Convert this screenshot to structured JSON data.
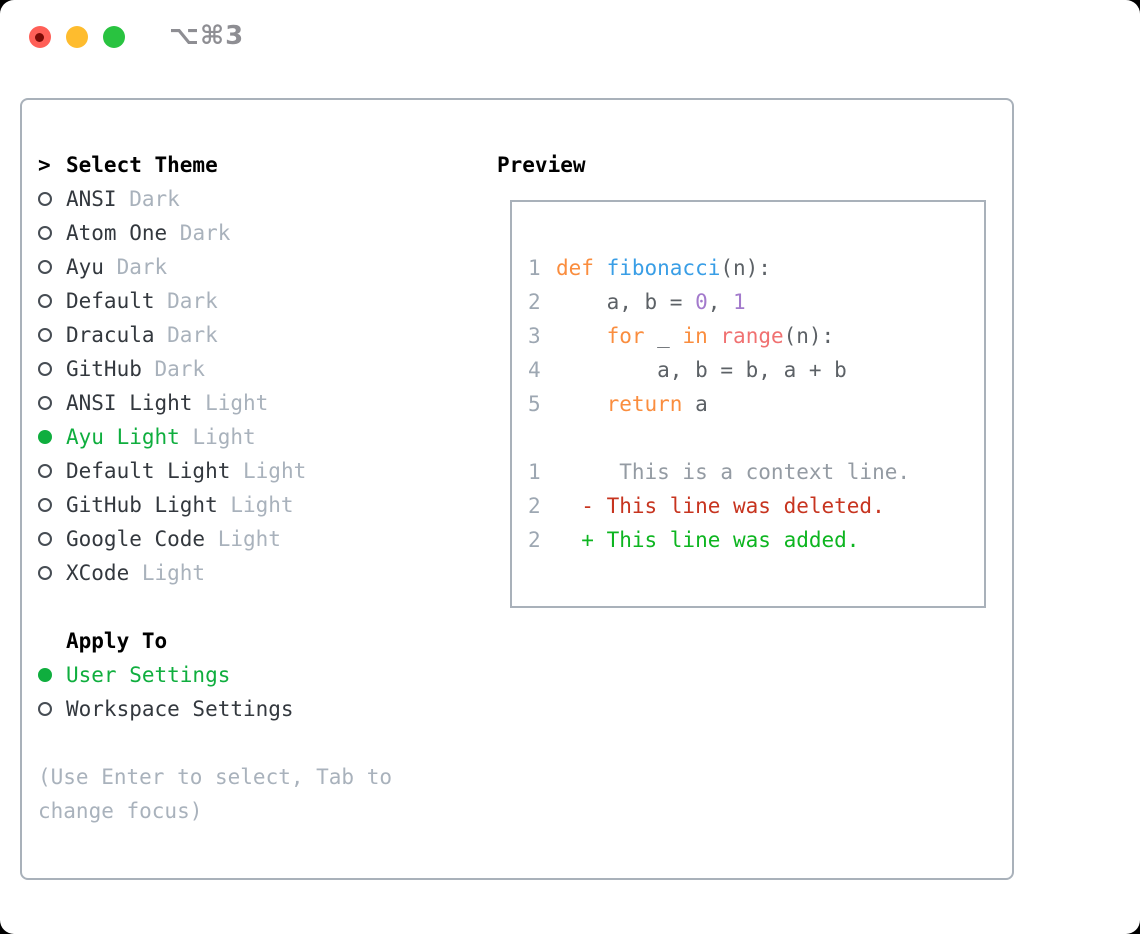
{
  "window": {
    "title": "⌥⌘3",
    "traffic_lights": [
      "close",
      "minimize",
      "zoom"
    ]
  },
  "colors": {
    "accent_green": "#0fae3e",
    "added_green": "#0db520",
    "deleted_red": "#c7341f",
    "keyword_orange": "#fa8d3e",
    "function_blue": "#399ee6",
    "number_purple": "#a37acc",
    "call_coral": "#f07171",
    "code_foreground": "#5c6166",
    "muted_gray": "#a9b2bc",
    "border_gray": "#a9b1ba"
  },
  "theme_panel": {
    "header_prefix": ">",
    "header": "Select Theme",
    "items": [
      {
        "name": "ANSI",
        "variant": "Dark",
        "selected": false
      },
      {
        "name": "Atom One",
        "variant": "Dark",
        "selected": false
      },
      {
        "name": "Ayu",
        "variant": "Dark",
        "selected": false
      },
      {
        "name": "Default",
        "variant": "Dark",
        "selected": false
      },
      {
        "name": "Dracula",
        "variant": "Dark",
        "selected": false
      },
      {
        "name": "GitHub",
        "variant": "Dark",
        "selected": false
      },
      {
        "name": "ANSI Light",
        "variant": "Light",
        "selected": false
      },
      {
        "name": "Ayu Light",
        "variant": "Light",
        "selected": true
      },
      {
        "name": "Default Light",
        "variant": "Light",
        "selected": false
      },
      {
        "name": "GitHub Light",
        "variant": "Light",
        "selected": false
      },
      {
        "name": "Google Code",
        "variant": "Light",
        "selected": false
      },
      {
        "name": "XCode",
        "variant": "Light",
        "selected": false
      }
    ],
    "apply_header": "Apply To",
    "apply_options": [
      {
        "label": "User Settings",
        "selected": true
      },
      {
        "label": "Workspace Settings",
        "selected": false
      }
    ],
    "hint_line1": "(Use Enter to select, Tab to",
    "hint_line2": "change focus)"
  },
  "preview": {
    "label": "Preview",
    "code_lines": [
      {
        "number": "1",
        "tokens": [
          {
            "t": "def ",
            "c": "keyword"
          },
          {
            "t": "fibonacci",
            "c": "function"
          },
          {
            "t": "(n):",
            "c": "plain"
          }
        ]
      },
      {
        "number": "2",
        "tokens": [
          {
            "t": "    a, b = ",
            "c": "plain"
          },
          {
            "t": "0",
            "c": "number"
          },
          {
            "t": ", ",
            "c": "plain"
          },
          {
            "t": "1",
            "c": "number"
          }
        ]
      },
      {
        "number": "3",
        "tokens": [
          {
            "t": "    ",
            "c": "plain"
          },
          {
            "t": "for",
            "c": "keyword"
          },
          {
            "t": " _ ",
            "c": "plain"
          },
          {
            "t": "in",
            "c": "keyword"
          },
          {
            "t": " ",
            "c": "plain"
          },
          {
            "t": "range",
            "c": "call"
          },
          {
            "t": "(n):",
            "c": "plain"
          }
        ]
      },
      {
        "number": "4",
        "tokens": [
          {
            "t": "        a, b = b, a + b",
            "c": "plain"
          }
        ]
      },
      {
        "number": "5",
        "tokens": [
          {
            "t": "    ",
            "c": "plain"
          },
          {
            "t": "return",
            "c": "keyword"
          },
          {
            "t": " a",
            "c": "plain"
          }
        ]
      },
      {
        "number": "",
        "tokens": []
      },
      {
        "number": "1",
        "tokens": [
          {
            "t": "     This is a context line.",
            "c": "context"
          }
        ]
      },
      {
        "number": "2",
        "tokens": [
          {
            "t": "  - This line was deleted.",
            "c": "deleted"
          }
        ]
      },
      {
        "number": "2",
        "tokens": [
          {
            "t": "  + This line was added.",
            "c": "added"
          }
        ]
      }
    ]
  }
}
